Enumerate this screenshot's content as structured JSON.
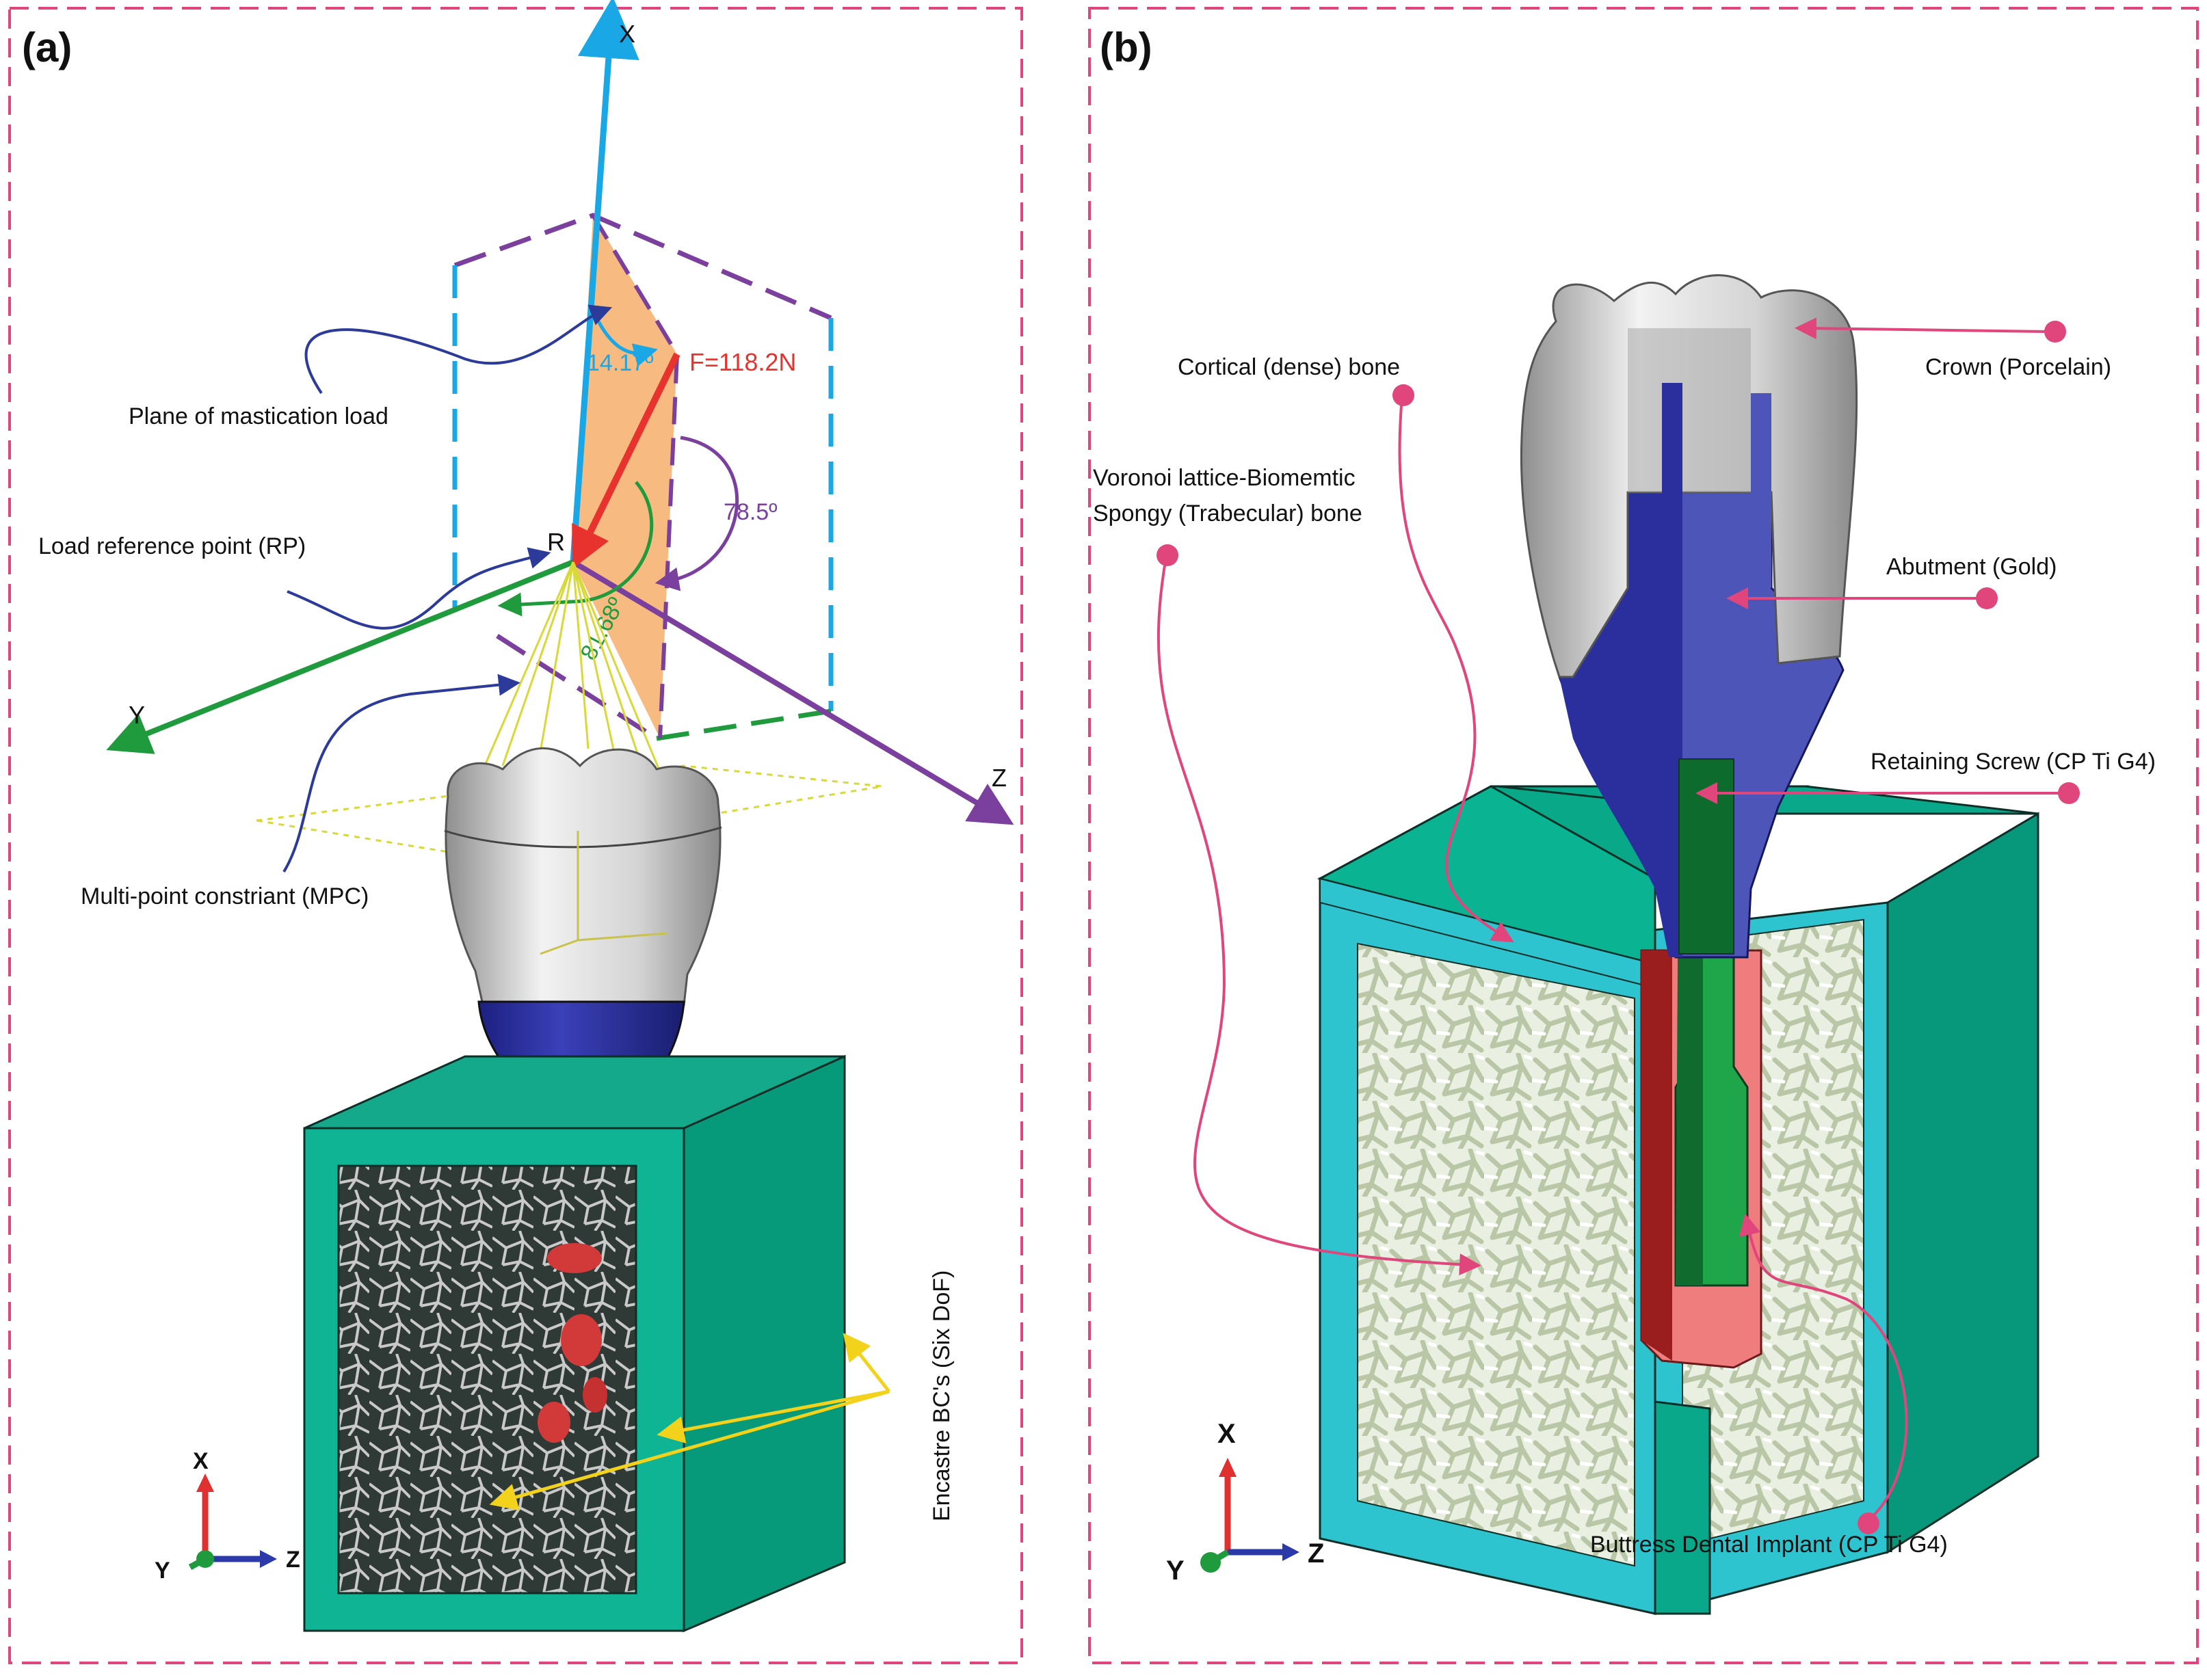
{
  "colors": {
    "frame": "#e0457b",
    "x_axis": "#1aa7e6",
    "y_axis": "#1f9a3d",
    "z_axis": "#7b3f9e",
    "force": "#e8322d",
    "plane": "#f7b77a",
    "cortical": "#0aa88a",
    "cortical_cut": "#2ec4cf",
    "trabecular": "#d9e4cc",
    "crown": "#cfcfcf",
    "abutment": "#2b2f9e",
    "screw": "#1fa64a",
    "implant": "#f08080",
    "callout_dot": "#e0457b",
    "leader_blue": "#2c3a9a",
    "bc_arrow": "#f2d21b"
  },
  "panel_a": {
    "tag": "(a)",
    "axis_x": "X",
    "axis_y": "Y",
    "axis_z": "Z",
    "ref_point": "R",
    "force_label": "F=118.2N",
    "angle_1": "14.17º",
    "angle_2": "78.5º",
    "angle_3": "81.68º",
    "label_plane": "Plane of mastication load",
    "label_rp": "Load reference point (RP)",
    "label_mpc": "Multi-point constriant (MPC)",
    "label_bc": "Encastre BC's (Six DoF)",
    "triad": {
      "x": "X",
      "y": "Y",
      "z": "Z"
    }
  },
  "panel_b": {
    "tag": "(b)",
    "label_cortical": "Cortical (dense) bone",
    "label_crown": "Crown (Porcelain)",
    "label_voronoi_1": "Voronoi lattice-Biomemtic",
    "label_voronoi_2": "Spongy (Trabecular) bone",
    "label_abutment": "Abutment (Gold)",
    "label_screw": "Retaining Screw (CP Ti G4)",
    "label_implant": "Buttress Dental Implant (CP Ti G4)",
    "triad": {
      "x": "X",
      "y": "Y",
      "z": "Z"
    }
  }
}
